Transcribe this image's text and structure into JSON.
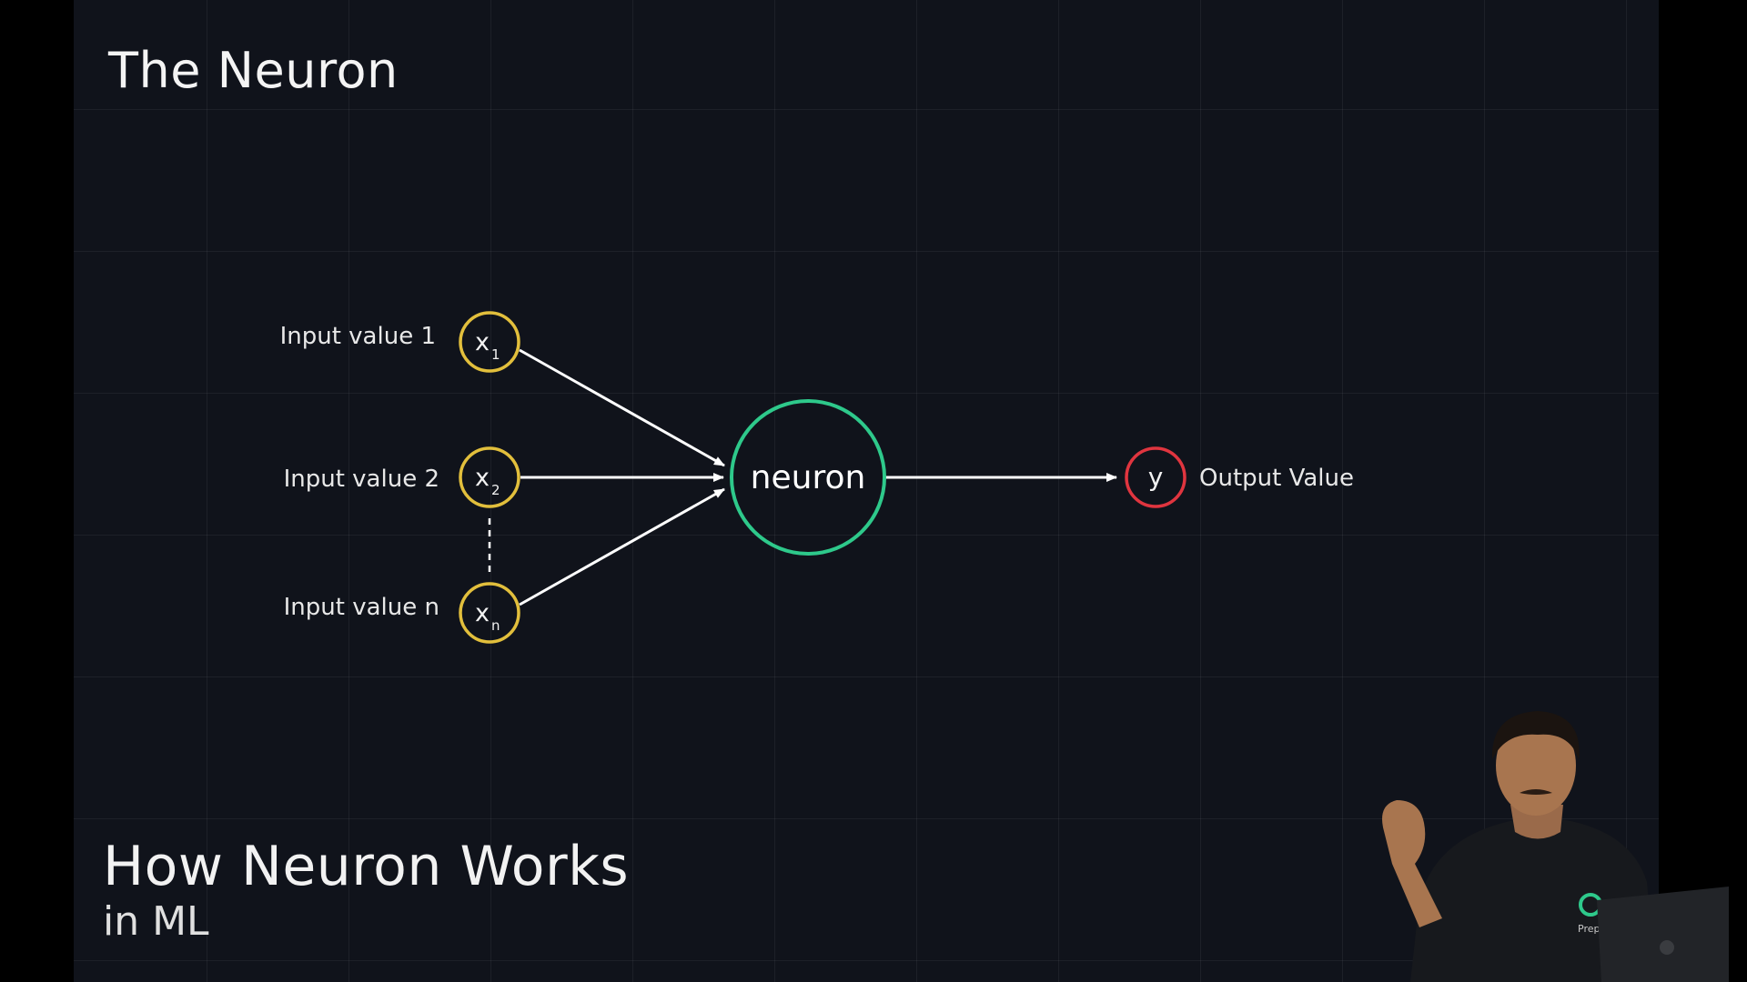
{
  "title": "The Neuron",
  "caption": {
    "main": "How Neuron Works",
    "sub": "in ML"
  },
  "diagram": {
    "inputs": [
      {
        "label": "Input value 1",
        "symbol": "x",
        "subscript": "1"
      },
      {
        "label": "Input value 2",
        "symbol": "x",
        "subscript": "2"
      },
      {
        "label": "Input value n",
        "symbol": "x",
        "subscript": "n"
      }
    ],
    "neuron": {
      "label": "neuron"
    },
    "output": {
      "symbol": "y",
      "label": "Output Value"
    }
  },
  "colors": {
    "background": "#10131b",
    "input_node": "#e2bf3c",
    "neuron_node": "#2ec98b",
    "output_node": "#e0353f",
    "arrow": "#ffffff"
  },
  "presenter": {
    "shirt_logo_text": "Prepin"
  }
}
